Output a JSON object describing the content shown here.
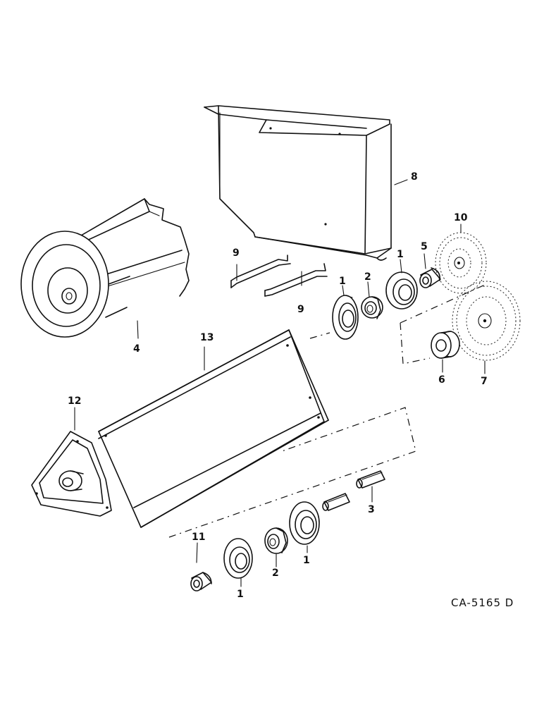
{
  "diagram": {
    "callouts": {
      "c1_top": "1",
      "c1_mid": "1",
      "c1_bot_a": "1",
      "c1_bot_b": "1",
      "c2_top": "2",
      "c2_bot": "2",
      "c3": "3",
      "c4": "4",
      "c5": "5",
      "c6": "6",
      "c7": "7",
      "c8": "8",
      "c9_a": "9",
      "c9_b": "9",
      "c10": "10",
      "c11": "11",
      "c12": "12",
      "c13": "13"
    },
    "drawing_id": "CA-5165 D"
  }
}
